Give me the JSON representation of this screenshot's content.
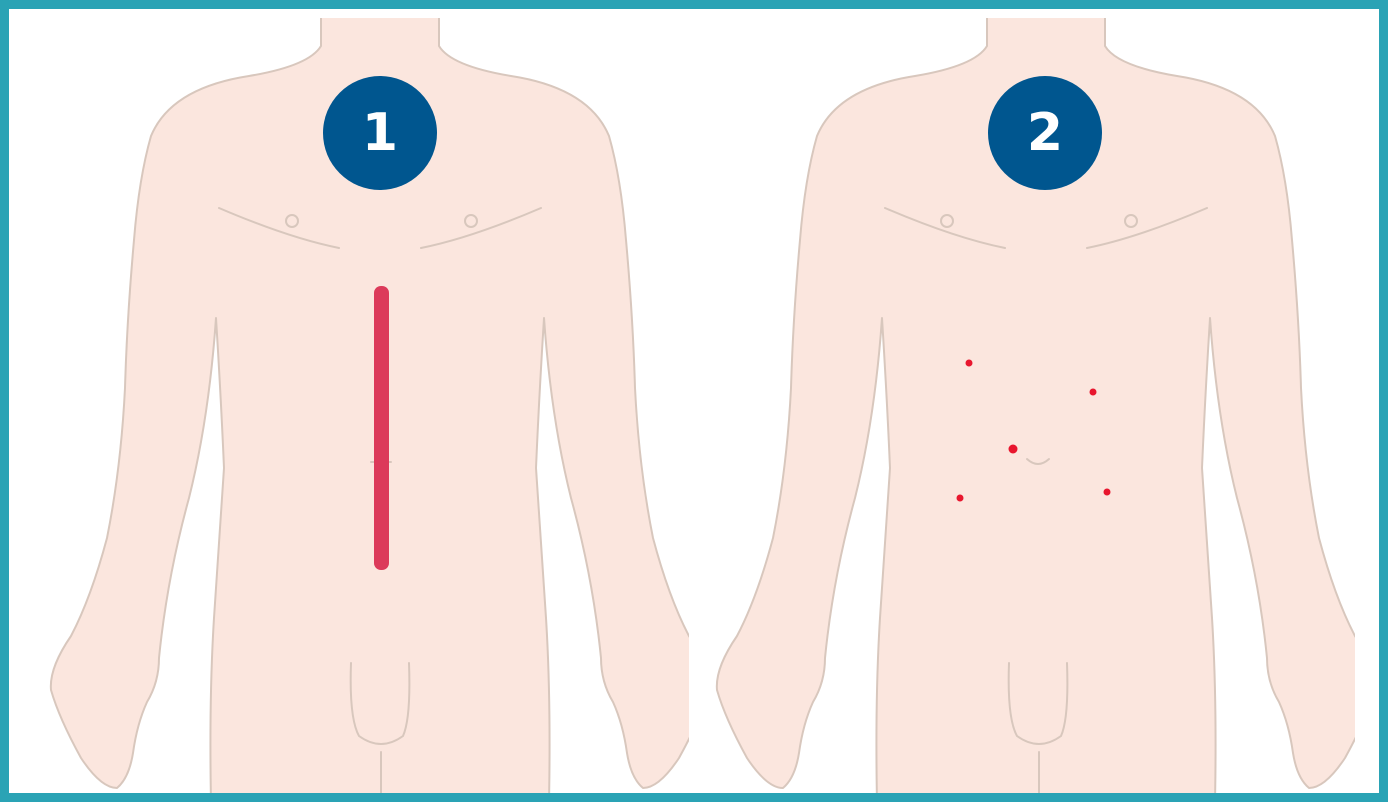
{
  "colors": {
    "frame": "#2aa3b5",
    "badge": "#00568f",
    "skin": "#fbe6de",
    "outline": "#d8c7bd",
    "incision_open": "#dc3a5a",
    "incision_port": "#e8162e"
  },
  "panels": [
    {
      "badge_label": "1",
      "incision_type": "open",
      "incision_count": 1
    },
    {
      "badge_label": "2",
      "incision_type": "laparoscopic",
      "incision_count": 5
    }
  ]
}
